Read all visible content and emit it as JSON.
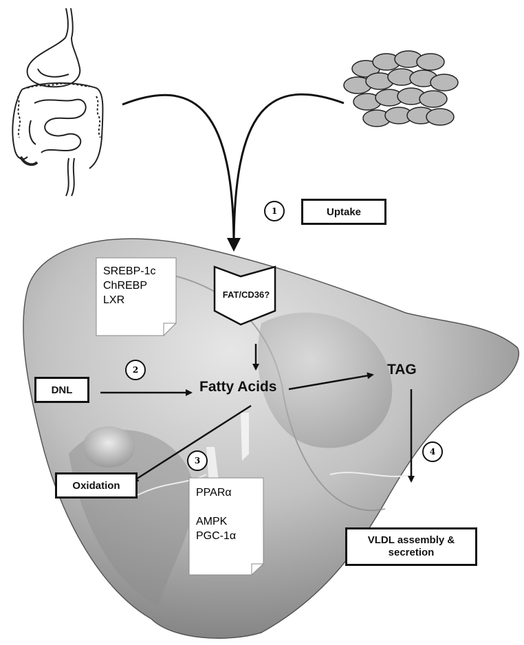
{
  "steps": [
    "1",
    "2",
    "3",
    "4"
  ],
  "labels": {
    "uptake": "Uptake",
    "fat_cd36": "FAT/CD36?",
    "fatty_acids": "Fatty Acids",
    "tag": "TAG",
    "dnl": "DNL",
    "oxidation": "Oxidation",
    "vldl_line1": "VLDL assembly &",
    "vldl_line2": "secretion"
  },
  "lipogenic_regulators": [
    "SREBP-1c",
    "ChREBP",
    "LXR"
  ],
  "oxidation_regulators": [
    "PPARα",
    "",
    "AMPK",
    "PGC-1α"
  ],
  "icons": [
    "intestine-icon",
    "adipocyte-cluster-icon",
    "liver-icon",
    "transporter-icon"
  ],
  "colors": {
    "liver_light": "#d4d4d4",
    "liver_dark": "#7a7a7a",
    "adipocyte": "#b9b9b9",
    "ink": "#111111"
  }
}
